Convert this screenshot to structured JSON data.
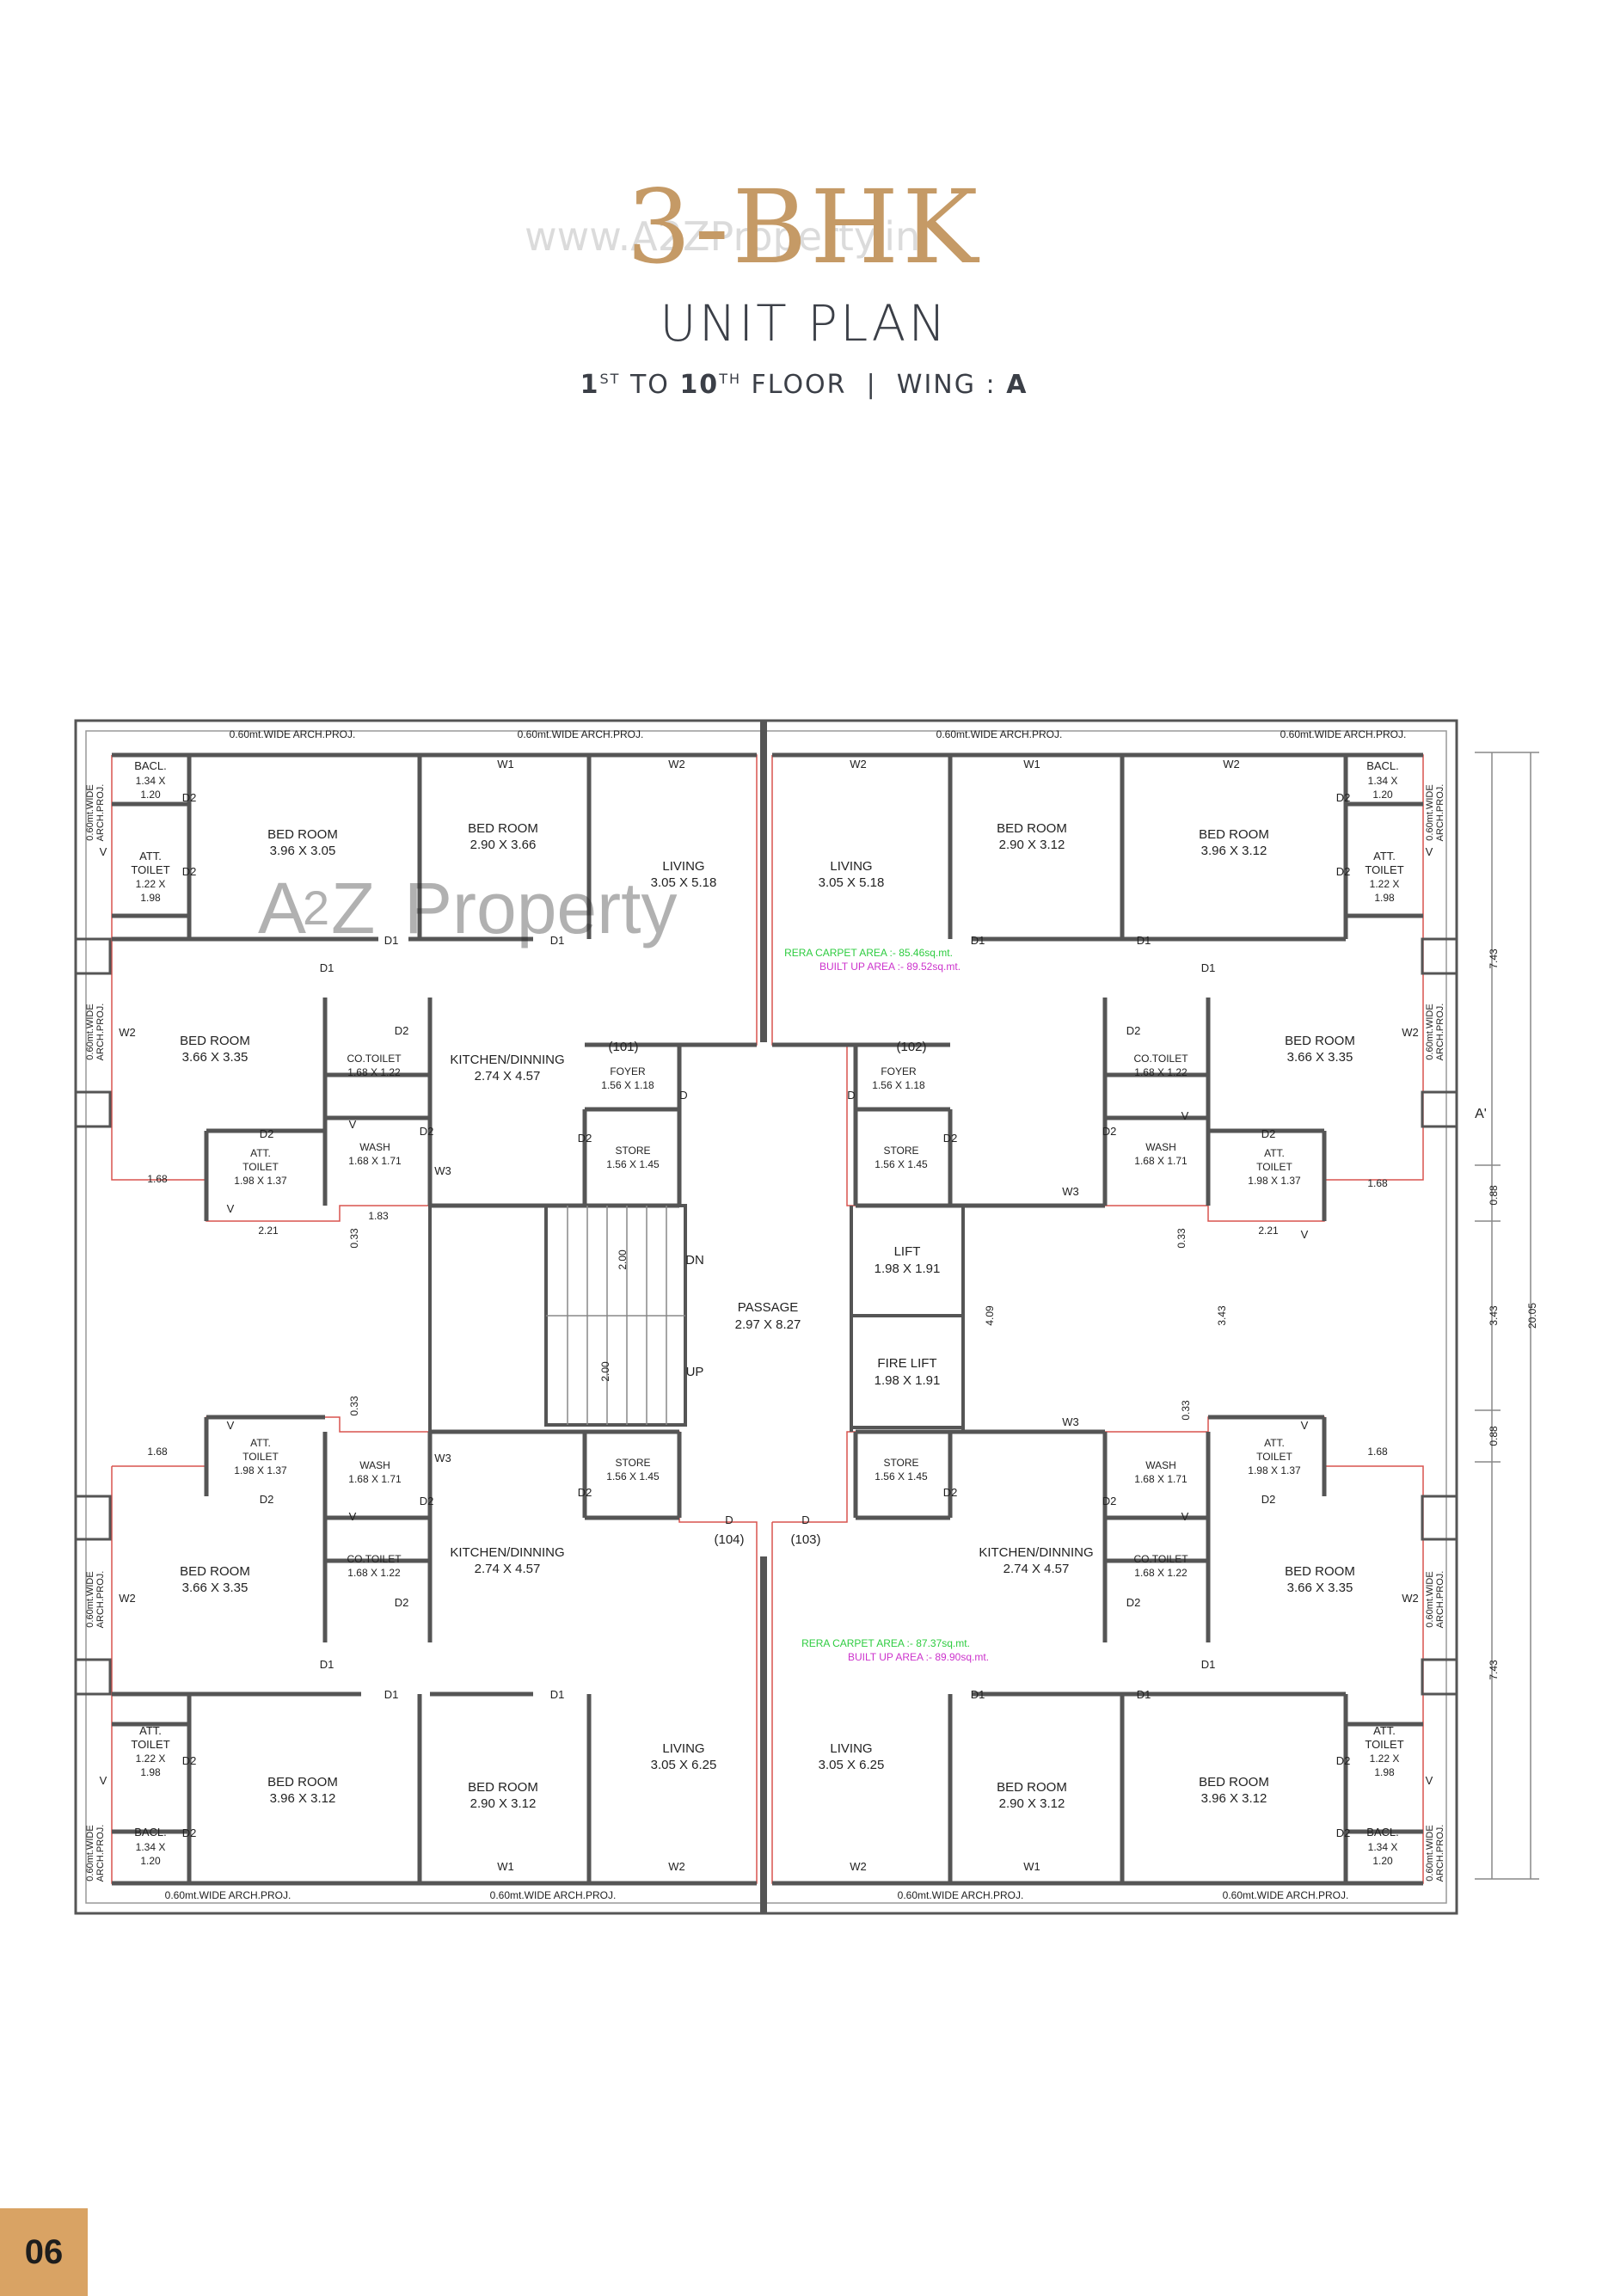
{
  "header": {
    "title": "3-BHK",
    "subtitle": "UNIT PLAN",
    "floor_from": "1",
    "floor_from_sup": "ST",
    "floor_to_prefix": "TO",
    "floor_to": "10",
    "floor_to_sup": "TH",
    "floor_word": "FLOOR",
    "separator": "|",
    "wing_label": "WING :",
    "wing_value": "A"
  },
  "watermarks": {
    "url": "www.A2ZProperty.in",
    "logo_a": "A",
    "logo_2": "2",
    "logo_z": "Z",
    "logo_word": "Property"
  },
  "plan": {
    "proj_label": "0.60mt.WIDE ARCH.PROJ.",
    "proj_side_label_1": "0.60mt.WIDE",
    "proj_side_label_2": "ARCH.PROJ.",
    "units": {
      "u101": "(101)",
      "u102": "(102)",
      "u103": "(103)",
      "u104": "(104)"
    },
    "areas": {
      "u102_carpet": "RERA CARPET AREA :- 85.46sq.mt.",
      "u102_builtup": "BUILT UP AREA :- 89.52sq.mt.",
      "u103_carpet": "RERA CARPET AREA :- 87.37sq.mt.",
      "u103_builtup": "BUILT UP AREA :- 89.90sq.mt."
    },
    "rooms": {
      "bed_room": "BED ROOM",
      "living": "LIVING",
      "kitchen": "KITCHEN/DINNING",
      "foyer": "FOYER",
      "store": "STORE",
      "wash": "WASH",
      "co_toilet": "CO.TOILET",
      "att": "ATT.",
      "toilet": "TOILET",
      "bacl": "BACL.",
      "lift": "LIFT",
      "fire_lift": "FIRE LIFT",
      "passage": "PASSAGE",
      "dn": "DN",
      "up": "UP",
      "section_mark": "A'"
    },
    "dims": {
      "bed_main_top": "3.96 X 3.05",
      "bed_main_top_r": "3.96 X 3.12",
      "bed_main_bot": "3.96 X 3.12",
      "bed_small_366": "2.90 X 3.66",
      "bed_small_312": "2.90 X 3.12",
      "bed_side": "3.66 X 3.35",
      "living_518": "3.05 X 5.18",
      "living_625": "3.05 X 6.25",
      "kitchen": "2.74 X 4.57",
      "foyer": "1.56 X 1.18",
      "store": "1.56 X 1.45",
      "wash": "1.68 X 1.71",
      "co_toilet": "1.68 X 1.22",
      "att_side": "1.98 X 1.37",
      "att_top_1": "1.22 X",
      "att_top_2": "1.98",
      "bacl_1": "1.34 X",
      "bacl_2": "1.20",
      "lift": "1.98 X 1.91",
      "fire_lift": "1.98 X 1.91",
      "passage": "2.97 X 8.27"
    },
    "doors": {
      "d": "D",
      "d1": "D1",
      "d2": "D2",
      "w1": "W1",
      "w2": "W2",
      "w3": "W3",
      "v": "V"
    },
    "measures": {
      "m168": "1.68",
      "m183": "1.83",
      "m221": "2.21",
      "m033": "0.33",
      "m200": "2.00",
      "m409": "4.09",
      "m343": "3.43",
      "m743": "7.43",
      "m088": "0.88",
      "m2005": "20.05"
    }
  },
  "page": {
    "number": "06"
  },
  "colors": {
    "title_gold": "#c59a66",
    "text_dark": "#3b3f47",
    "wall": "#555555",
    "red_line": "#d9534f",
    "carpet_green": "#2ecc40",
    "builtup_magenta": "#cc33cc",
    "badge": "#d9a364"
  }
}
